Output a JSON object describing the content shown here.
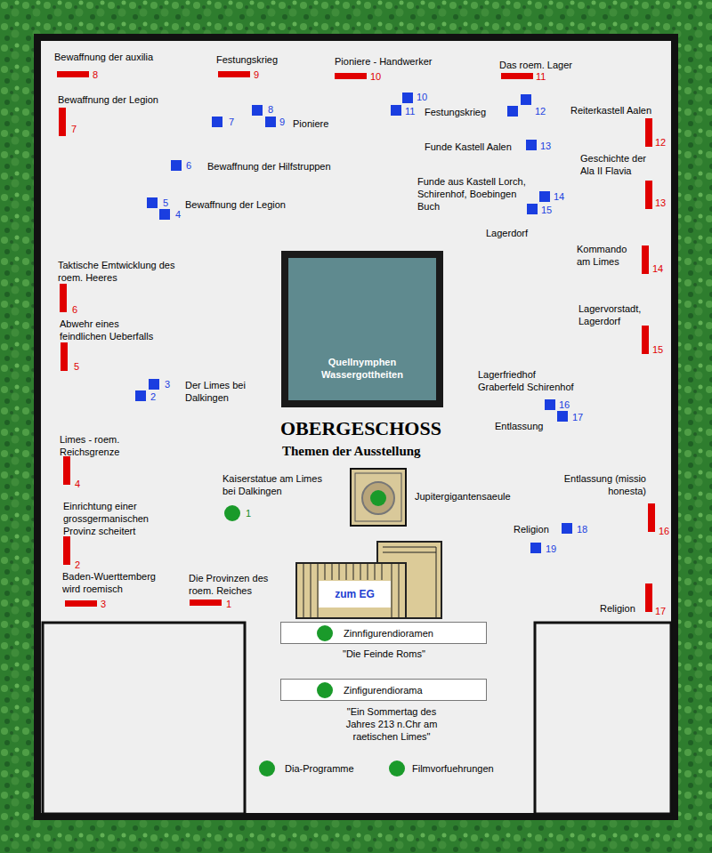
{
  "diagram": {
    "title": "OBERGESCHOSS",
    "nodes": [
      {
        "text": [
          "Quellnymphen Wassergottheiten"
        ]
      },
      {
        "text": [
          "zum EG"
        ]
      },
      {
        "text": [
          "Zinnfigurendioramen"
        ]
      },
      {
        "text": [
          "Zinfigurendiorama"
        ]
      }
    ],
    "labels": [
      "Bewaffnung der auxilia",
      "8",
      "Festungskrieg",
      "9",
      "Pioniere - Handwerker",
      "10",
      "Das roem. Lager",
      "11",
      "Bewaffnung der Legion",
      "7",
      "8",
      "7",
      "9",
      "Pioniere",
      "10",
      "11",
      "Festungskrieg",
      "12",
      "Reiterkastell Aalen",
      "12",
      "Funde Kastell Aalen",
      "13",
      "6",
      "Bewaffnung der Hilfstruppen",
      "Geschichte der Ala II Flavia",
      "13",
      "Funde aus Kastell Lorch, Schirenhof, Boebingen Buch",
      "14",
      "15",
      "5",
      "Bewaffnung der Legion",
      "4",
      "Lagerdorf",
      "Kommando am Limes",
      "14",
      "Taktische Emtwicklung des roem. Heeres",
      "6",
      "Lagervorstadt, Lagerdorf",
      "15",
      "Abwehr eines feindlichen Ueberfalls",
      "5",
      "3",
      "Der Limes bei Dalkingen",
      "2",
      "Lagerfriedhof Graberfeld Schirenhof",
      "16",
      "Entlassung",
      "17",
      "Limes - roem. Reichsgrenze",
      "4",
      "Kaiserstatue am Limes bei Dalkingen",
      "1",
      "Jupitergigantensaeule",
      "Entlassung (missio honesta)",
      "Einrichtung einer grossgermanischen Provinz scheitert",
      "2",
      "Religion",
      "18",
      "19",
      "16",
      "Baden-Wuerttemberg wird roemisch",
      "3",
      "Die Provinzen des roem. Reiches",
      "1",
      "Religion",
      "17",
      "\"Die Feinde Roms\"",
      "\"Ein Sommertag des Jahres 213 n.Chr am raetischen Limes\"",
      "Dia-Programme",
      "Filmvorfuehrungen",
      "Themen der Ausstellung"
    ]
  }
}
